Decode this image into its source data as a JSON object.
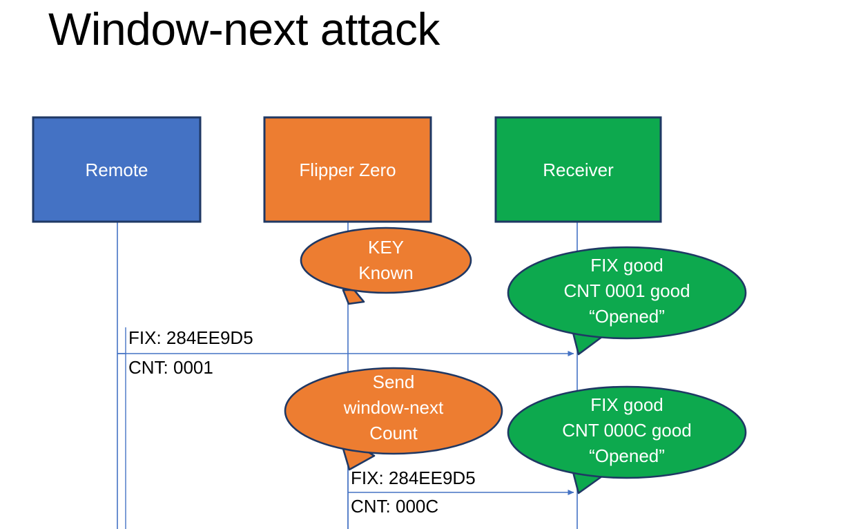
{
  "slide": {
    "title": "Window-next attack",
    "background": "#FFFFFF"
  },
  "colors": {
    "remote_fill": "#4472C4",
    "flipper_fill": "#ED7D31",
    "receiver_fill": "#0DA94E",
    "shape_outline": "#1F3864",
    "lifeline": "#4472C4",
    "arrow": "#4472C4",
    "box_text": "#FFFFFF",
    "label_text": "#000000"
  },
  "actors": [
    {
      "id": "remote",
      "label": "Remote",
      "fill": "#4472C4"
    },
    {
      "id": "flipper",
      "label": "Flipper Zero",
      "fill": "#ED7D31"
    },
    {
      "id": "receiver",
      "label": "Receiver",
      "fill": "#0DA94E"
    }
  ],
  "callouts": [
    {
      "id": "key-known",
      "owner": "flipper",
      "fill": "#ED7D31",
      "lines": [
        "KEY",
        "Known"
      ]
    },
    {
      "id": "receiver-verdict-1",
      "owner": "receiver",
      "fill": "#0DA94E",
      "lines": [
        "FIX good",
        "CNT 0001 good",
        "“Opened”"
      ]
    },
    {
      "id": "send-window-next",
      "owner": "flipper",
      "fill": "#ED7D31",
      "lines": [
        "Send",
        "window-next",
        "Count"
      ]
    },
    {
      "id": "receiver-verdict-2",
      "owner": "receiver",
      "fill": "#0DA94E",
      "lines": [
        "FIX good",
        "CNT 000C good",
        "“Opened”"
      ]
    }
  ],
  "messages": [
    {
      "id": "msg-remote-to-receiver",
      "from": "remote",
      "to": "receiver",
      "label_above": "FIX: 284EE9D5",
      "label_below": "CNT: 0001"
    },
    {
      "id": "msg-flipper-to-receiver",
      "from": "flipper",
      "to": "receiver",
      "label_above": "FIX: 284EE9D5",
      "label_below": "CNT: 000C"
    }
  ]
}
